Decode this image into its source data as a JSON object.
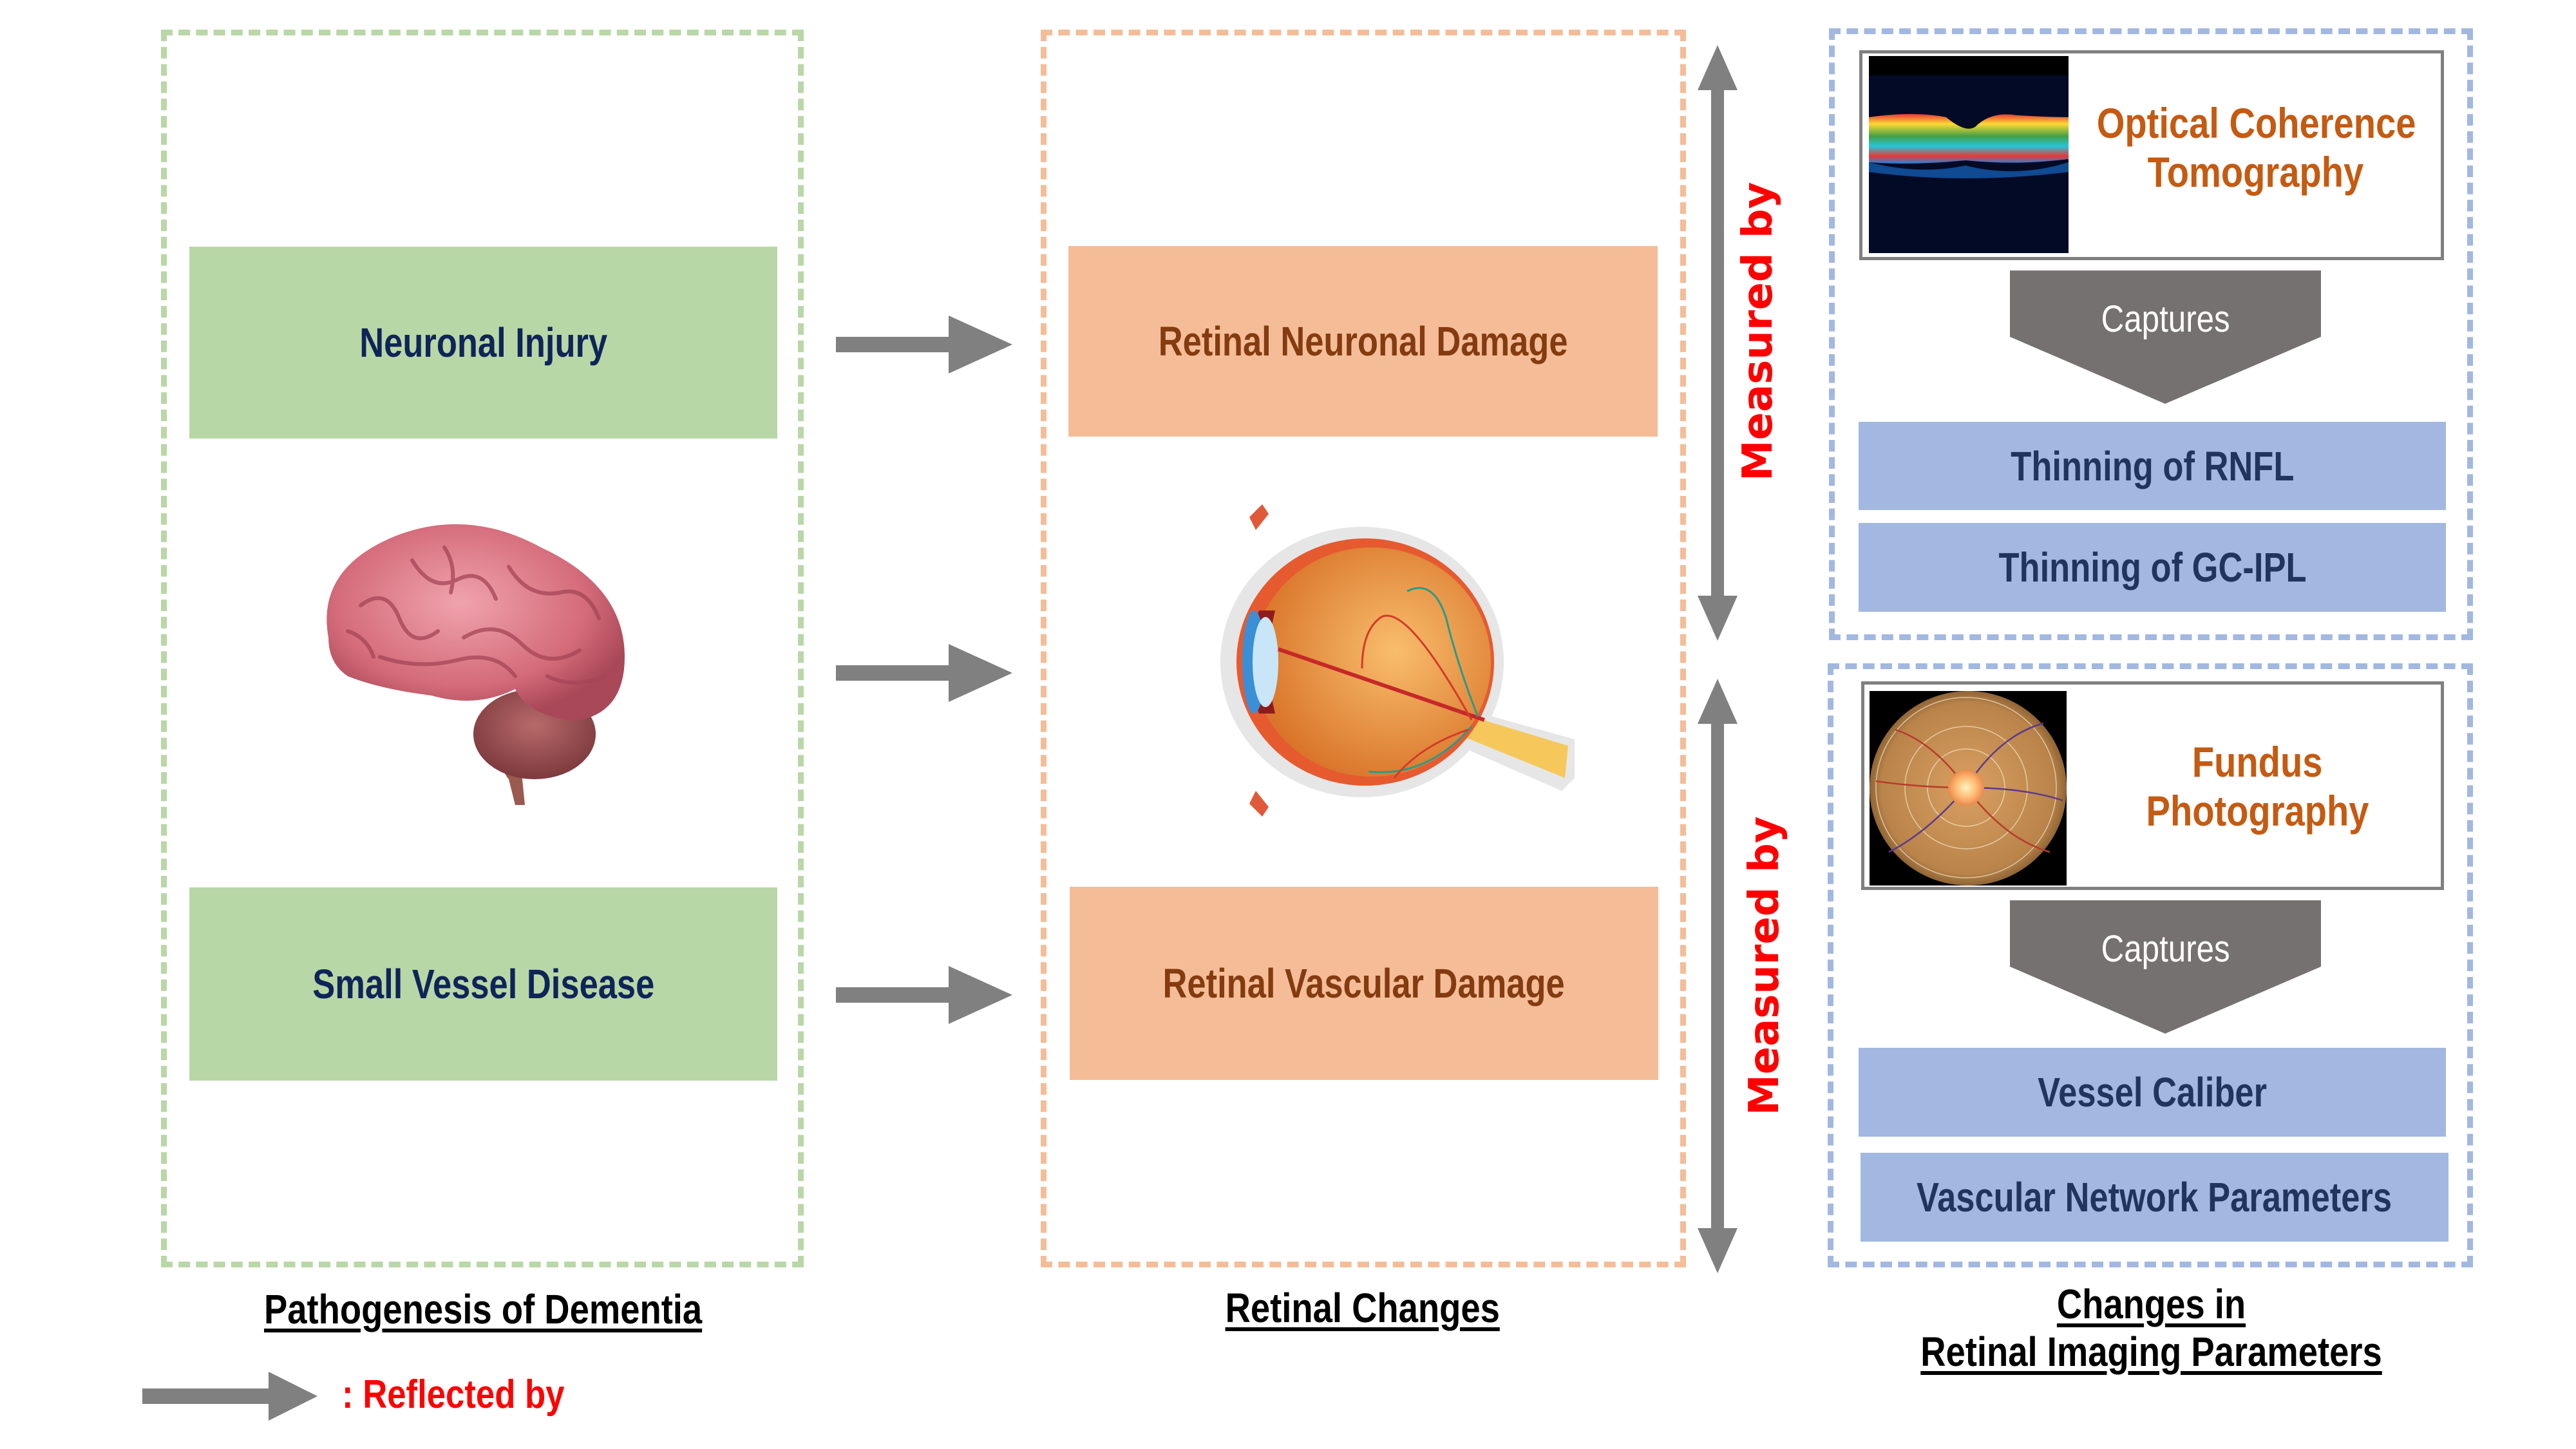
{
  "columns": {
    "pathogenesis": {
      "title": "Pathogenesis of Dementia",
      "items": [
        "Neuronal Injury",
        "Small Vessel Disease"
      ],
      "illustration": "brain-illustration"
    },
    "retinal_changes": {
      "title": "Retinal Changes",
      "items": [
        "Retinal Neuronal Damage",
        "Retinal Vascular Damage"
      ],
      "illustration": "eye-anatomy-illustration"
    },
    "imaging_parameters": {
      "title_line1": "Changes in",
      "title_line2": "Retinal Imaging Parameters",
      "groups": [
        {
          "modality_line1": "Optical Coherence",
          "modality_line2": "Tomography",
          "image": "oct-scan-image",
          "captures_label": "Captures",
          "parameters": [
            "Thinning of RNFL",
            "Thinning of GC-IPL"
          ]
        },
        {
          "modality_line1": "Fundus",
          "modality_line2": "Photography",
          "image": "fundus-photo-image",
          "captures_label": "Captures",
          "parameters": [
            "Vessel Caliber",
            "Vascular Network Parameters"
          ]
        }
      ]
    }
  },
  "connectors": {
    "measured_by_upper": "Measured by",
    "measured_by_lower": "Measured by"
  },
  "legend": {
    "arrow_meaning": ": Reflected by"
  },
  "colors": {
    "green_fill": "#b8d7a6",
    "orange_fill": "#f4bd98",
    "blue_fill": "#a2b8e0",
    "arrow_gray": "#808080",
    "captures_gray": "#767171",
    "accent_red": "#ff0000",
    "modality_orange": "#c55a11"
  }
}
